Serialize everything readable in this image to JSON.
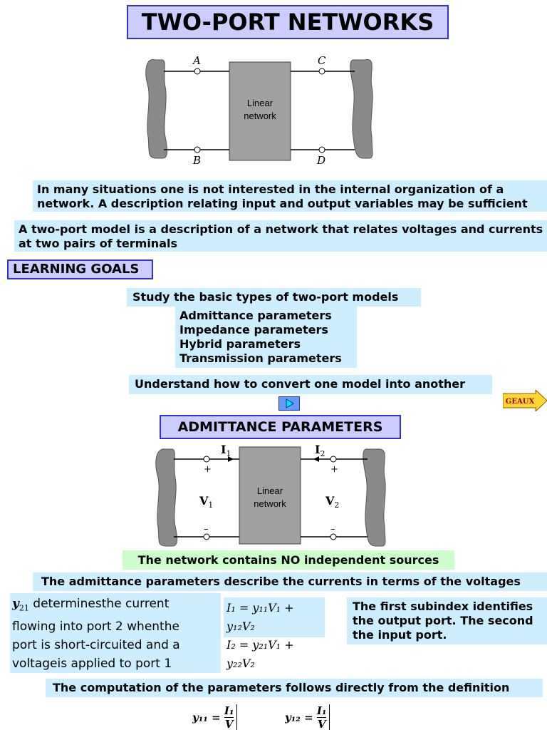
{
  "title": "TWO-PORT NETWORKS",
  "diagram1": {
    "box_label_line1": "Linear",
    "box_label_line2": "network",
    "terminal_a": "A",
    "terminal_b": "B",
    "terminal_c": "C",
    "terminal_d": "D"
  },
  "intro": {
    "line1a": "In many situations one is not interested in the internal organization of a",
    "line1b": "network. A description relating input and output variables may be sufficient",
    "line2a": "A two-port model is a description of a network that relates voltages and  currents",
    "line2b": "at two pairs of terminals"
  },
  "learning_goals": {
    "heading": "LEARNING GOALS",
    "study": "Study the basic types of two-port models",
    "types": [
      "Admittance parameters",
      "Impedance parameters",
      "Hybrid parameters",
      "Transmission parameters"
    ],
    "convert": "Understand how to convert one model into another",
    "geaux_label": "GEAUX"
  },
  "admittance": {
    "heading": "ADMITTANCE PARAMETERS",
    "box_label_line1": "Linear",
    "box_label_line2": "network",
    "i1": "I",
    "i1_sub": "1",
    "i2": "I",
    "i2_sub": "2",
    "v1": "V",
    "v1_sub": "1",
    "v2": "V",
    "v2_sub": "2",
    "plus": "+",
    "minus": "–",
    "no_sources": "The network contains NO independent sources",
    "description": "The admittance parameters describe the currents in terms of the voltages",
    "y21_symbol": "y",
    "y21_sub": "21",
    "y21_text_1": " determinesthe current",
    "y21_text_2": "flowing into port 2 whenthe",
    "y21_text_3": "port is short-circuited and a",
    "y21_text_4": "voltageis applied to port 1",
    "eq1": "I₁ = y₁₁V₁ + y₁₂V₂",
    "eq2": "I₂ = y₂₁V₁ + y₂₂V₂",
    "subindex_1": "The first subindex identifies",
    "subindex_2": "the output port. The second",
    "subindex_3": "the input port.",
    "computation": "The computation of the parameters follows directly from the definition",
    "y11_lhs": "y₁₁ =",
    "y12_lhs": "y₁₂ =",
    "frac_num": "I₁",
    "frac_den": "V"
  }
}
